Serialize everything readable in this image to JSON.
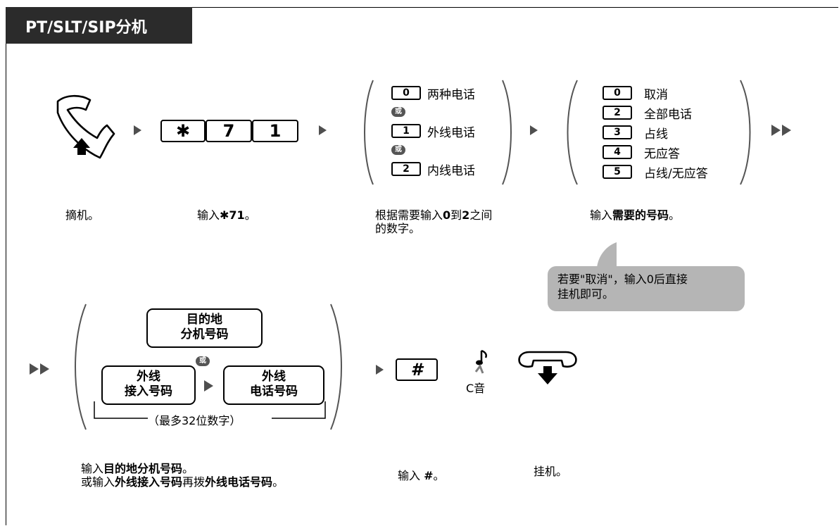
{
  "title": "PT/SLT/SIP分机",
  "step1": {
    "caption": "摘机。"
  },
  "step2": {
    "keys": [
      "✱",
      "7",
      "1"
    ],
    "caption_pre": "输入",
    "caption_bold": "✱71",
    "caption_post": "。"
  },
  "step3": {
    "options": [
      {
        "key": "0",
        "label": "两种电话"
      },
      {
        "key": "1",
        "label": "外线电话"
      },
      {
        "key": "2",
        "label": "内线电话"
      }
    ],
    "or_label": "或",
    "caption_line1_a": "根据需要输入",
    "caption_line1_b": "0",
    "caption_line1_c": "到",
    "caption_line1_d": "2",
    "caption_line1_e": "之间",
    "caption_line2": "的数字。"
  },
  "step4": {
    "options": [
      {
        "key": "0",
        "label": "取消"
      },
      {
        "key": "2",
        "label": "全部电话"
      },
      {
        "key": "3",
        "label": "占线"
      },
      {
        "key": "4",
        "label": "无应答"
      },
      {
        "key": "5",
        "label": "占线/无应答"
      }
    ],
    "caption_pre": "输入",
    "caption_bold": "需要的号码",
    "caption_post": "。",
    "note_line1": "若要\"取消\"，输入0后直接",
    "note_line2": "挂机即可。"
  },
  "step5": {
    "dest_line1": "目的地",
    "dest_line2": "分机号码",
    "or_label": "或",
    "outside_access_line1": "外线",
    "outside_access_line2": "接入号码",
    "outside_phone_line1": "外线",
    "outside_phone_line2": "电话号码",
    "max_digits": "（最多32位数字）",
    "caption1_pre": "输入",
    "caption1_bold": "目的地分机号码",
    "caption1_post": "。",
    "caption2_a": "或输入",
    "caption2_b": "外线接入号码",
    "caption2_c": "再拨",
    "caption2_d": "外线电话号码",
    "caption2_e": "。"
  },
  "step6": {
    "key": "#",
    "tone_label": "C音",
    "caption_pre": "输入 ",
    "caption_bold": "#",
    "caption_post": "。"
  },
  "step7": {
    "caption": "挂机。"
  }
}
